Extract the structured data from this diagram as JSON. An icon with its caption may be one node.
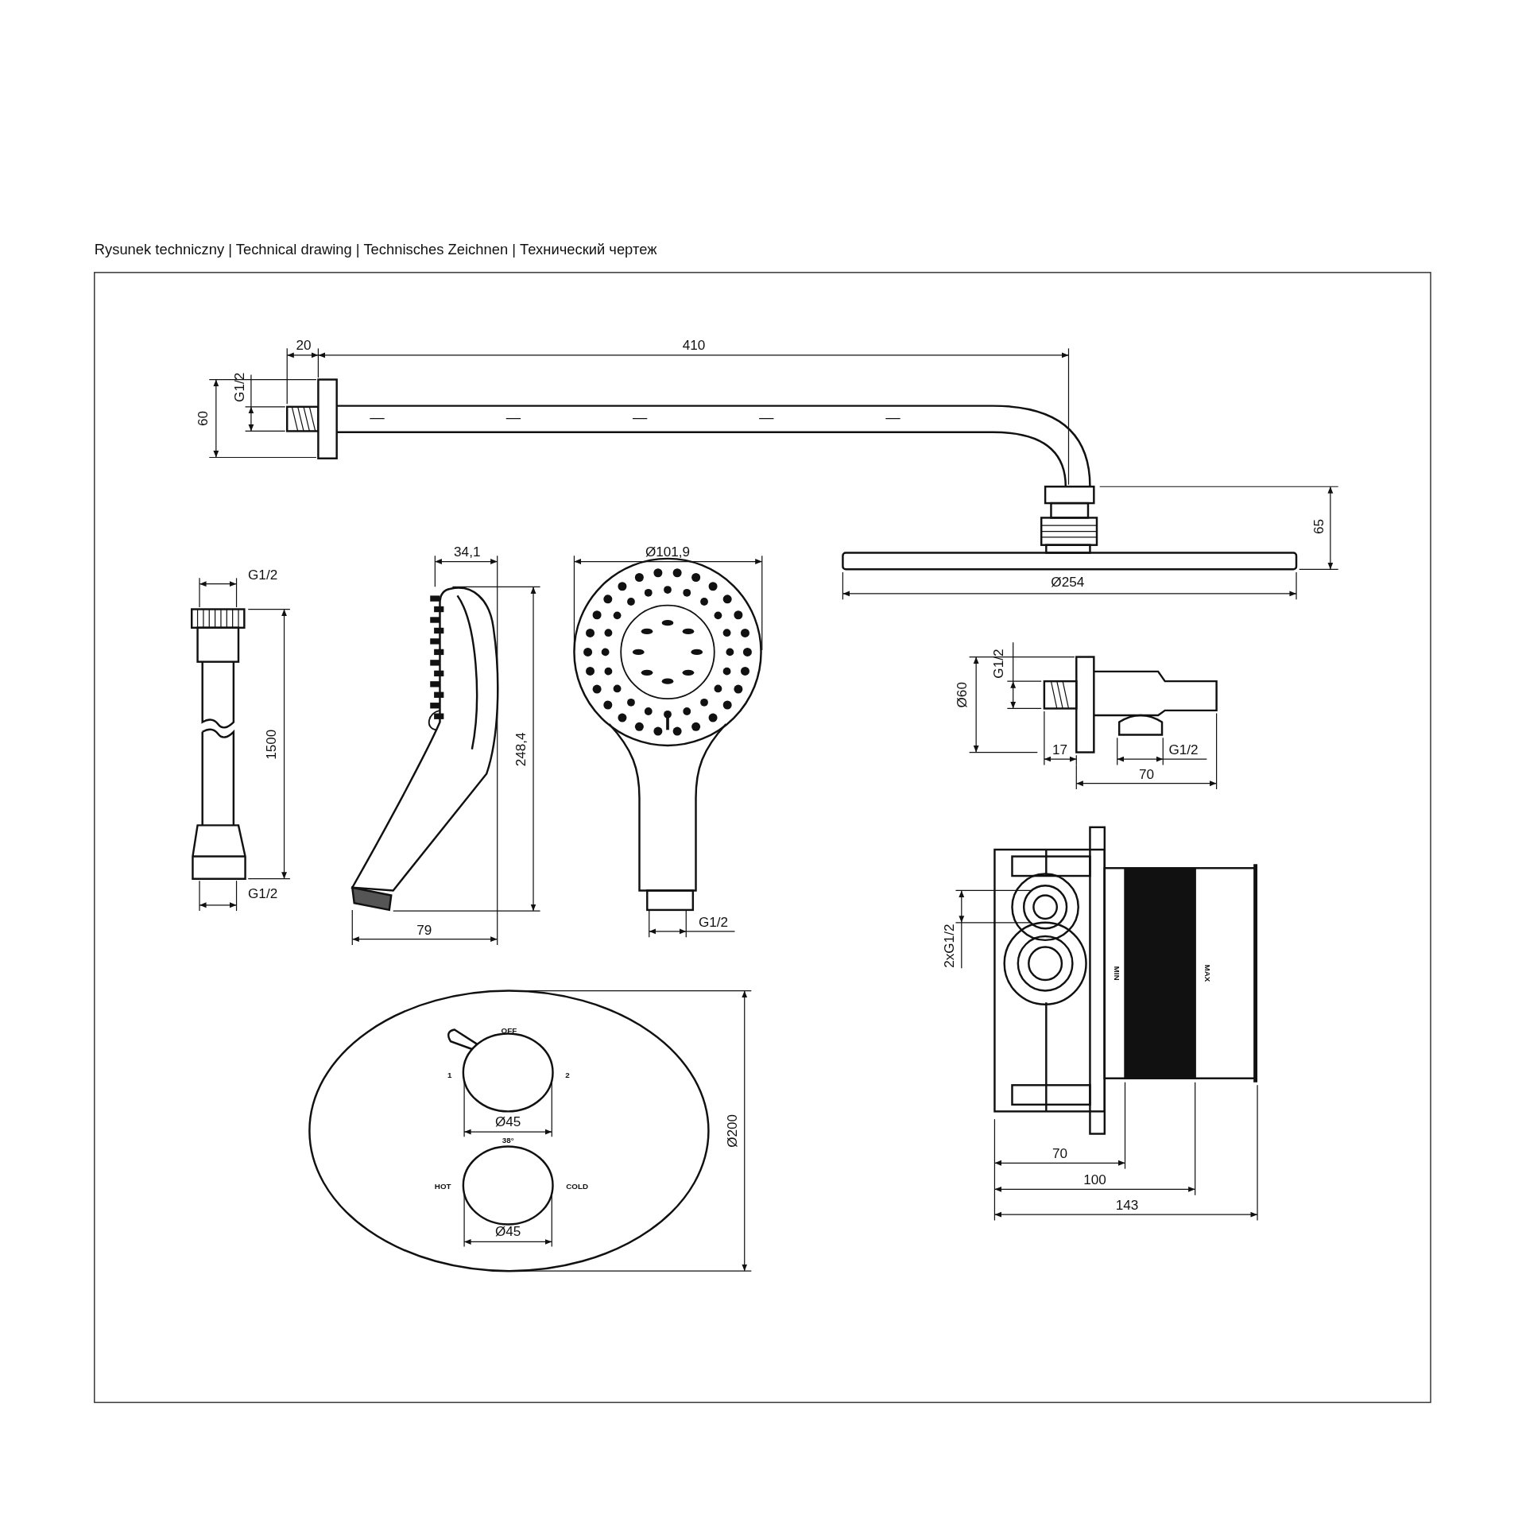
{
  "diagram": {
    "title": "Rysunek techniczny | Technical drawing | Technisches Zeichnen | Технический чертеж",
    "labels": [
      "20",
      "410",
      "G1/2",
      "60",
      "65",
      "34,1",
      "Ø101,9",
      "Ø254",
      "G1/2",
      "G1/2",
      "Ø60",
      "1500",
      "248,4",
      "17",
      "G1/2",
      "70",
      "G1/2",
      "G1/2",
      "79",
      "2xG1/2",
      "MIN",
      "MAX",
      "OFF",
      "1",
      "2",
      "Ø45",
      "38°",
      "HOT",
      "COLD",
      "Ø45",
      "Ø200",
      "70",
      "100",
      "143"
    ]
  }
}
